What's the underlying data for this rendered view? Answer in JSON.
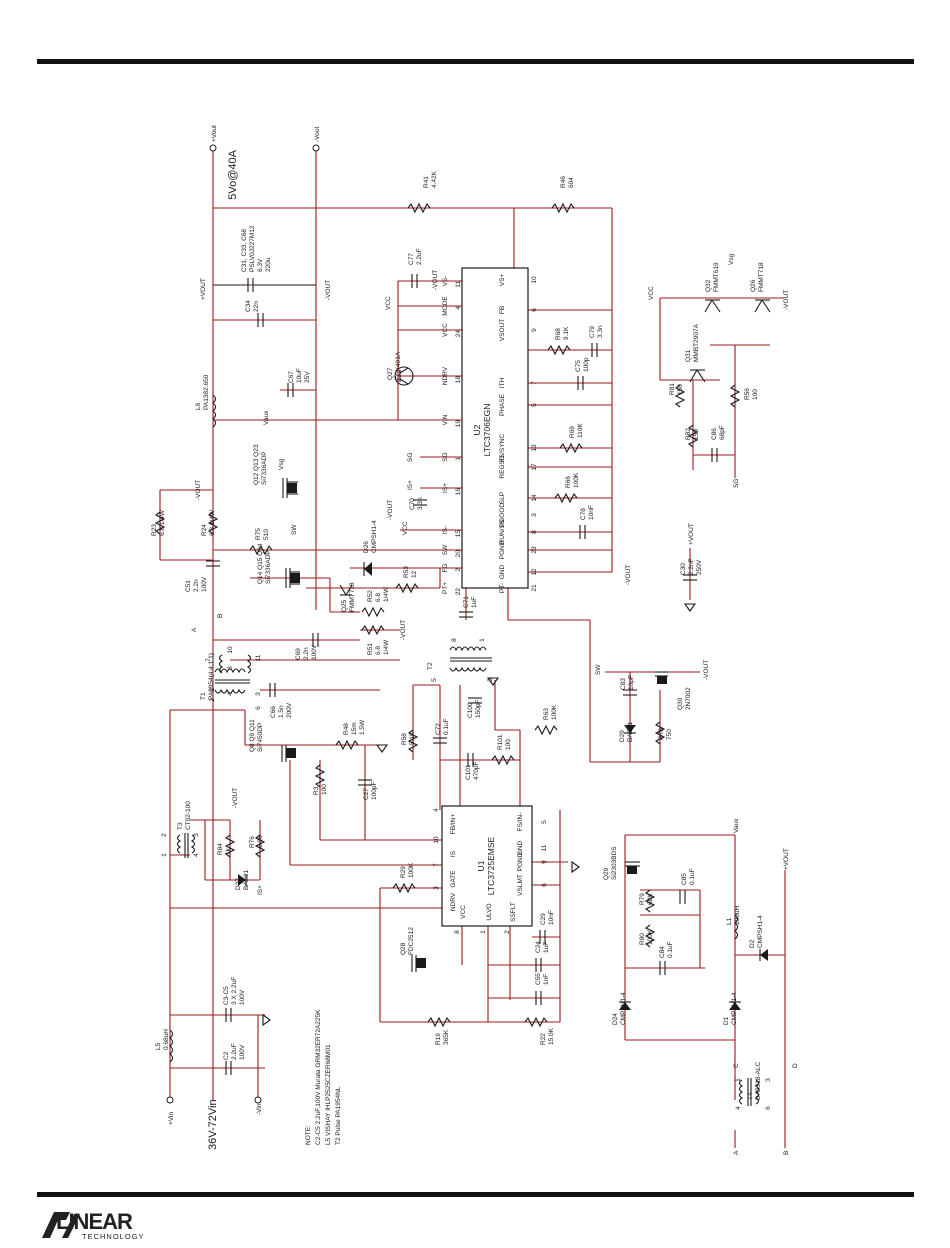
{
  "figure": {
    "output_label": "5Vo@40A",
    "input_label": "36V-72Vin",
    "notes": [
      "NOTE:",
      "C2-C5 2.2uF,100V Murata GRM32ER72A225K",
      "L5 VISHAY IHLP2525CZER68M01",
      "T2 Pulse PA1954NL"
    ]
  },
  "terminals": {
    "vout_pos": "+Vout",
    "vout_neg": "-Vout",
    "vin_pos": "+Vin",
    "vin_neg": "-Vin"
  },
  "nets": {
    "vout_pos": "+VOUT",
    "vout_neg": "-VOUT",
    "vcc": "VCC",
    "vsg": "Vsg",
    "vaux": "Vaux",
    "sg": "SG",
    "sw": "SW",
    "is_pos": "IS+",
    "a": "A",
    "b": "B",
    "c": "C",
    "d": "D"
  },
  "ics": [
    {
      "ref": "U2",
      "part": "LTC3706EGN",
      "pins_left": [
        {
          "n": "11",
          "name": "VS-"
        },
        {
          "n": "4",
          "name": "MODE"
        },
        {
          "n": "24",
          "name": "VCC"
        },
        {
          "n": "18",
          "name": "NDRV"
        },
        {
          "n": "19",
          "name": "VIN"
        },
        {
          "n": "1",
          "name": "SG"
        },
        {
          "n": "16",
          "name": "IS+"
        },
        {
          "n": "15",
          "name": "IS-"
        },
        {
          "n": "20",
          "name": "SW"
        },
        {
          "n": "2",
          "name": "FG"
        },
        {
          "n": "22",
          "name": "PT+"
        }
      ],
      "pins_right": [
        {
          "n": "10",
          "name": "VS+"
        },
        {
          "n": "6",
          "name": "FB"
        },
        {
          "n": "9",
          "name": "VSOUT"
        },
        {
          "n": "7",
          "name": "ITH"
        },
        {
          "n": "5",
          "name": "PHASE"
        },
        {
          "n": "13",
          "name": "FS/SYNC"
        },
        {
          "n": "17",
          "name": "REGSD"
        },
        {
          "n": "14",
          "name": "SLP"
        },
        {
          "n": "3",
          "name": "PGOOD"
        },
        {
          "n": "8",
          "name": "RUN/SS"
        },
        {
          "n": "23",
          "name": "PGND"
        },
        {
          "n": "12",
          "name": "GND"
        },
        {
          "n": "21",
          "name": "PT-"
        }
      ]
    },
    {
      "ref": "U1",
      "part": "LTC3725EMSE",
      "pins_left": [
        {
          "n": "4",
          "name": "FB/IN+"
        },
        {
          "n": "10",
          "name": "IS"
        },
        {
          "n": "7",
          "name": "GATE"
        },
        {
          "n": "3",
          "name": "NDRV"
        },
        {
          "n": "8",
          "name": "VCC"
        },
        {
          "n": "1",
          "name": "ULVO"
        },
        {
          "n": "2",
          "name": "SSFLT"
        }
      ],
      "pins_right": [
        {
          "n": "5",
          "name": "FS/IN-"
        },
        {
          "n": "11",
          "name": "GND"
        },
        {
          "n": "9",
          "name": "PGND"
        },
        {
          "n": "6",
          "name": "VSLMT"
        }
      ]
    }
  ],
  "components": [
    {
      "ref": "R41",
      "value": "4.42K"
    },
    {
      "ref": "R46",
      "value": "604"
    },
    {
      "ref": "C31, C33, C68",
      "value": "PSLV0J227M12",
      "value2": "6.3V",
      "value3": "220u"
    },
    {
      "ref": "C77",
      "value": "2.2uF"
    },
    {
      "ref": "C34",
      "value": "22n"
    },
    {
      "ref": "L6",
      "value": "PA1382.650"
    },
    {
      "ref": "C67",
      "value": "10uF",
      "value2": "25V"
    },
    {
      "ref": "Q27",
      "value": "FCX491A"
    },
    {
      "ref": "R68",
      "value": "9.1K"
    },
    {
      "ref": "C79",
      "value": "3.3n"
    },
    {
      "ref": "C75",
      "value": "100p"
    },
    {
      "ref": "R69",
      "value": "110K"
    },
    {
      "ref": "R66",
      "value": "100K"
    },
    {
      "ref": "C78",
      "value": "10nF"
    },
    {
      "ref": "Q12 Q13 Q23",
      "value": "Si7336ADP"
    },
    {
      "ref": "C70",
      "value": "3.3n"
    },
    {
      "ref": "D26",
      "value": "CMPSH1-4"
    },
    {
      "ref": "R23",
      "value": "6.8 1/4W"
    },
    {
      "ref": "R24",
      "value": "6.8 1/4W"
    },
    {
      "ref": "R75",
      "value": "510"
    },
    {
      "ref": "C51",
      "value": "2.2n",
      "value2": "100V"
    },
    {
      "ref": "Q14 Q15 Q24",
      "value": "Si7336ADP"
    },
    {
      "ref": "Q25",
      "value": "FMMT718"
    },
    {
      "ref": "R52",
      "value": "6.8",
      "value2": "1/4W"
    },
    {
      "ref": "R51",
      "value": "6.8",
      "value2": "1/4W"
    },
    {
      "ref": "R53",
      "value": "12"
    },
    {
      "ref": "C71",
      "value": "1uF"
    },
    {
      "ref": "C69",
      "value": "2.2n",
      "value2": "100V"
    },
    {
      "ref": "T1",
      "value": "PA0954(4:4:1:1)"
    },
    {
      "ref": "T2",
      "value": ""
    },
    {
      "ref": "C66",
      "value": "1.5n",
      "value2": "200V"
    },
    {
      "ref": "Q8 Q9 Q11",
      "value": "Si7450DP"
    },
    {
      "ref": "R48",
      "value": "15m",
      "value2": "1.5W"
    },
    {
      "ref": "R3",
      "value": "100"
    },
    {
      "ref": "C27",
      "value": "100pF"
    },
    {
      "ref": "R58",
      "value": "5.1K"
    },
    {
      "ref": "C72",
      "value": "0.1uF"
    },
    {
      "ref": "C100",
      "value": "150pF"
    },
    {
      "ref": "C101",
      "value": "470pF"
    },
    {
      "ref": "R101",
      "value": "100"
    },
    {
      "ref": "R63",
      "value": "100K"
    },
    {
      "ref": "T3",
      "value": "CT02-100"
    },
    {
      "ref": "R84",
      "value": "1k"
    },
    {
      "ref": "R76",
      "value": "8.06"
    },
    {
      "ref": "D27",
      "value": "BAS21"
    },
    {
      "ref": "R29",
      "value": "100K"
    },
    {
      "ref": "Q28",
      "value": "FDC2512"
    },
    {
      "ref": "C29",
      "value": "10nF"
    },
    {
      "ref": "C24",
      "value": "1uF"
    },
    {
      "ref": "C55",
      "value": "1nF"
    },
    {
      "ref": "R19",
      "value": "365K"
    },
    {
      "ref": "R22",
      "value": "15.0K"
    },
    {
      "ref": "L5",
      "value": "0.68uH"
    },
    {
      "ref": "C3-C5",
      "value": "3 X 2.2uF",
      "value2": "100V"
    },
    {
      "ref": "C2",
      "value": "2.2uF",
      "value2": "100V"
    },
    {
      "ref": "Q32",
      "value": "FMMT619"
    },
    {
      "ref": "Q26",
      "value": "FMMT718"
    },
    {
      "ref": "Q31",
      "value": "MMBT2907A"
    },
    {
      "ref": "R81",
      "value": "150"
    },
    {
      "ref": "R82",
      "value": "150"
    },
    {
      "ref": "C86",
      "value": "68pF"
    },
    {
      "ref": "R56",
      "value": "100"
    },
    {
      "ref": "C30",
      "value": "2.2nF",
      "value2": "250V"
    },
    {
      "ref": "C83",
      "value": "10pF"
    },
    {
      "ref": "Q30",
      "value": "2N7002"
    },
    {
      "ref": "D29",
      "value": "BAS21"
    },
    {
      "ref": "R78",
      "value": "750"
    },
    {
      "ref": "Q29",
      "value": "Si2303BDS"
    },
    {
      "ref": "R79",
      "value": "68K"
    },
    {
      "ref": "C85",
      "value": "0.1uF"
    },
    {
      "ref": "R80",
      "value": "100K"
    },
    {
      "ref": "C84",
      "value": "0.1uF"
    },
    {
      "ref": "L1",
      "value": "100uH"
    },
    {
      "ref": "D2",
      "value": "CMPSH1-4"
    },
    {
      "ref": "D24",
      "value": "CMPSH1-4"
    },
    {
      "ref": "D1",
      "value": "CMPSH1-4"
    },
    {
      "ref": "T4",
      "value": "DA2318-ALC"
    }
  ],
  "winding_pins": {
    "t1": [
      "7",
      "10",
      "8",
      "11",
      "4",
      "3",
      "2",
      "1",
      "6"
    ],
    "t2": [
      "8",
      "1",
      "5",
      "3"
    ],
    "t3": [
      "1",
      "2",
      "3",
      "4"
    ],
    "t4": [
      "4",
      "1",
      "3",
      "6"
    ]
  },
  "brand": {
    "logo": "LINEAR",
    "sub": "TECHNOLOGY"
  }
}
